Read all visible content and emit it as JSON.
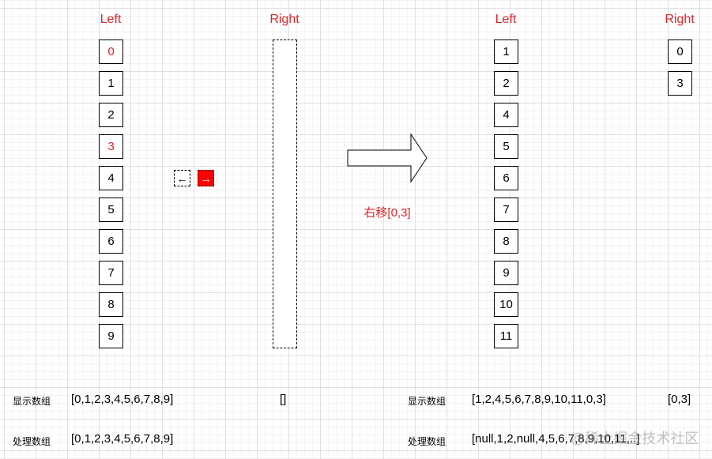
{
  "before": {
    "left_header": "Left",
    "right_header": "Right",
    "left_items": [
      {
        "v": "0",
        "hl": true
      },
      {
        "v": "1",
        "hl": false
      },
      {
        "v": "2",
        "hl": false
      },
      {
        "v": "3",
        "hl": true
      },
      {
        "v": "4",
        "hl": false
      },
      {
        "v": "5",
        "hl": false
      },
      {
        "v": "6",
        "hl": false
      },
      {
        "v": "7",
        "hl": false
      },
      {
        "v": "8",
        "hl": false
      },
      {
        "v": "9",
        "hl": false
      }
    ],
    "display_label": "显示数组",
    "display_left": "[0,1,2,3,4,5,6,7,8,9]",
    "display_right": "[]",
    "process_label": "处理数组",
    "process_left": "[0,1,2,3,4,5,6,7,8,9]"
  },
  "operation": "右移[0,3]",
  "after": {
    "left_header": "Left",
    "right_header": "Right",
    "left_items": [
      "1",
      "2",
      "4",
      "5",
      "6",
      "7",
      "8",
      "9",
      "10",
      "11"
    ],
    "right_items": [
      "0",
      "3"
    ],
    "display_label": "显示数组",
    "display_left": "[1,2,4,5,6,7,8,9,10,11,0,3]",
    "display_right": "[0,3]",
    "process_label": "处理数组",
    "process_left": "[null,1,2,null,4,5,6,7,8,9,10,11,..]"
  },
  "watermark": "@稀土掘金技术社区",
  "colors": {
    "highlight": "#e0252b",
    "move_right_button": "#ff0000"
  }
}
